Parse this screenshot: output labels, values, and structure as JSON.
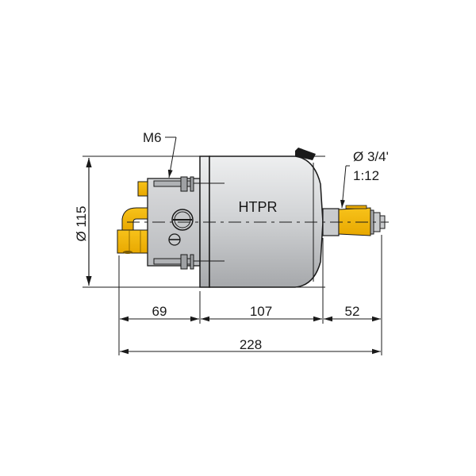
{
  "drawing": {
    "product_label": "HTPR",
    "thread_label": "M6",
    "diameter_label": "Ø 115",
    "shaft_label_line1": "Ø 3/4'",
    "shaft_label_line2": "1:12",
    "dimensions": {
      "rear": "69",
      "body": "107",
      "shaft": "52",
      "total": "228"
    }
  },
  "colors": {
    "line": "#1a1a1a",
    "body_light": "#e6e7e8",
    "body_dark": "#a9abae",
    "fitting": "#f5b800",
    "fitting_dark": "#c98f00"
  }
}
